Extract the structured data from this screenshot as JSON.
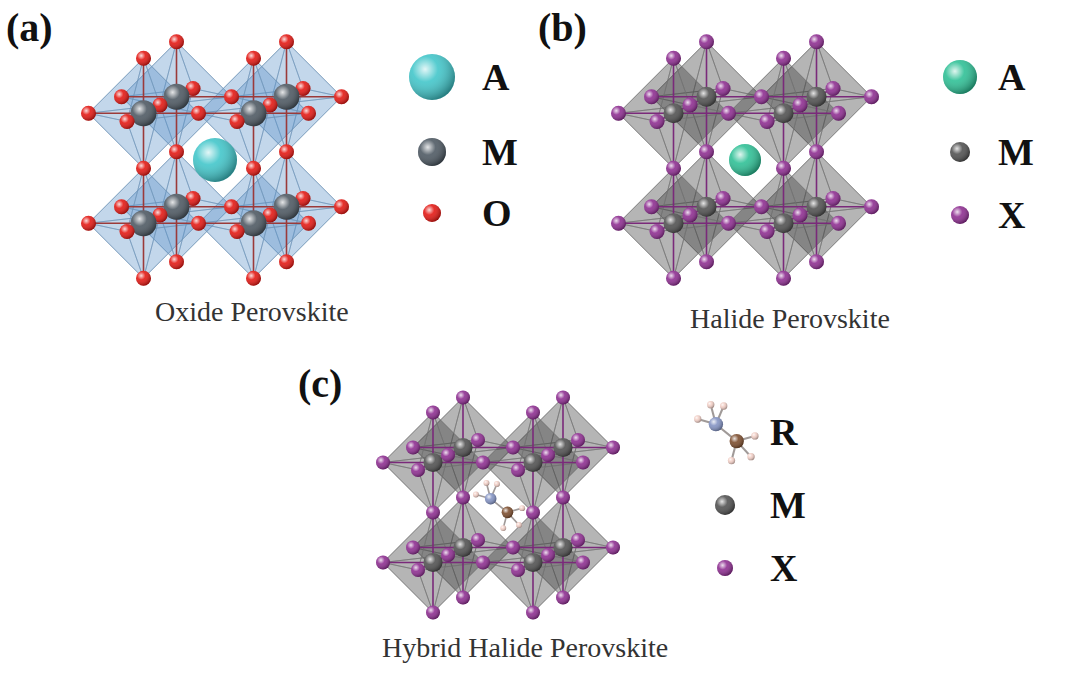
{
  "diagram": {
    "labels": [
      "(a)",
      "Oxide Perovskite",
      "(b)",
      "Halide Perovskite",
      "(c)",
      "Hybrid Halide Perovskite"
    ],
    "legend": [
      {
        "text": "A",
        "color": "#3fc5c9"
      },
      {
        "text": "M",
        "color": "#4b5660"
      },
      {
        "text": "O",
        "color": "#e3140f"
      },
      {
        "text": "A",
        "color": "#2bbf94"
      },
      {
        "text": "M",
        "color": "#4e4e4e"
      },
      {
        "text": "X",
        "color": "#8c2a8f"
      },
      {
        "text": "R"
      },
      {
        "text": "M",
        "color": "#4e4e4e"
      },
      {
        "text": "X",
        "color": "#8c2a8f"
      }
    ]
  }
}
